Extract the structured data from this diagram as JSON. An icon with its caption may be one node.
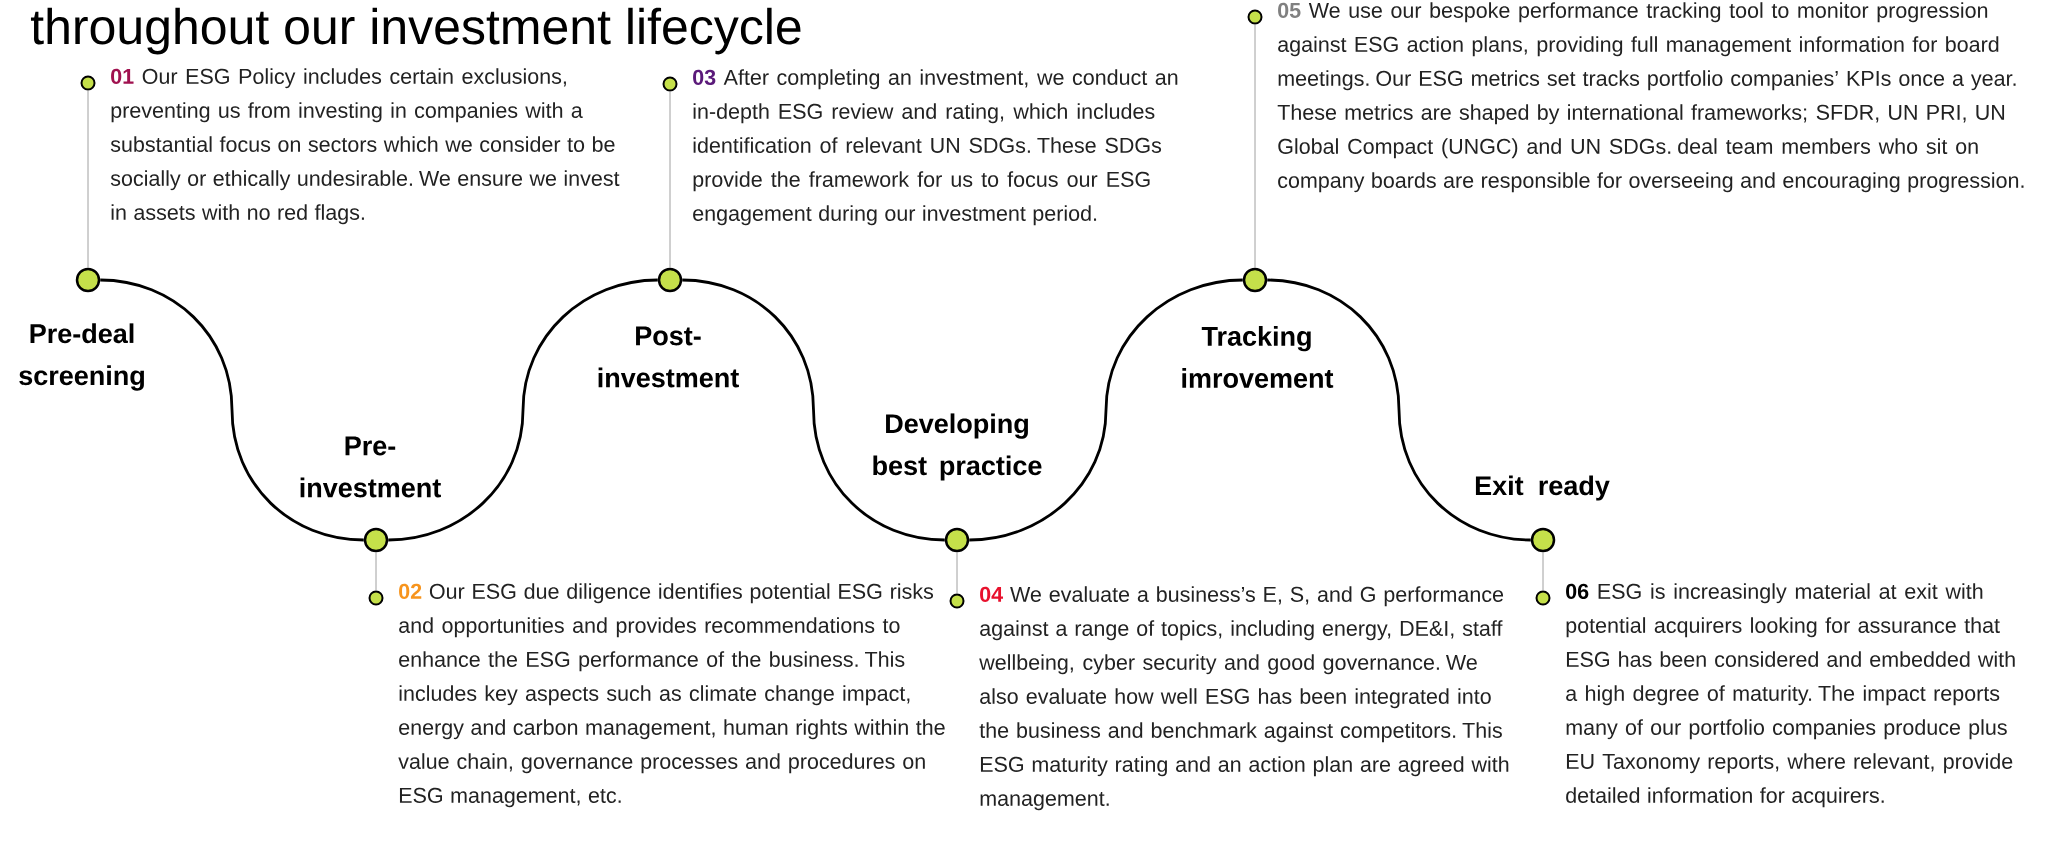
{
  "diagram": {
    "title": "throughout our investment lifecycle",
    "nodes": [
      {
        "text": [],
        "shape": "circle",
        "beside": [
          "Pre-deal screening"
        ]
      },
      {
        "text": [],
        "shape": "circle",
        "beside": [
          "Pre-investment"
        ]
      },
      {
        "text": [],
        "shape": "circle",
        "beside": [
          "Post-investment"
        ]
      },
      {
        "text": [],
        "shape": "circle",
        "beside": [
          "Developing best practice"
        ]
      },
      {
        "text": [],
        "shape": "circle",
        "beside": [
          "Tracking imrovement"
        ]
      },
      {
        "text": [],
        "shape": "circle",
        "beside": [
          "Exit ready"
        ]
      },
      {
        "text": [],
        "shape": "circle",
        "beside": [
          "01",
          "Our ESG Policy includes certain exclusions, preventing us from investing in companies with a substantial focus on sectors which we consider to be socially or ethically undesirable. We ensure we invest in assets with no red flags."
        ]
      },
      {
        "text": [],
        "shape": "circle",
        "beside": [
          "02",
          "Our ESG due diligence identifies potential ESG risks and opportunities and provides recommendations to enhance the ESG performance of the business. This includes key aspects such as climate change impact, energy and carbon management, human rights within the value chain, governance processes and procedures on ESG management, etc."
        ]
      },
      {
        "text": [],
        "shape": "circle",
        "beside": [
          "03",
          "After completing an investment, we conduct an in-depth ESG review and rating, which includes identification of relevant UN SDGs. These SDGs provide the framework for us to focus our ESG engagement during our investment period."
        ]
      },
      {
        "text": [],
        "shape": "circle",
        "beside": [
          "04",
          "We evaluate a business’s E, S, and G performance against a range of topics, including energy, DE&I, staff wellbeing, cyber security and good governance. We also evaluate how well ESG has been integrated into the business and benchmark against competitors. This ESG maturity rating and an action plan are agreed with management."
        ]
      },
      {
        "text": [],
        "shape": "circle",
        "beside": [
          "05",
          "We use our bespoke performance tracking tool to monitor progression against ESG action plans, providing full management information for board meetings. Our ESG metrics set tracks portfolio companies’ KPIs once a year. These metrics are shaped by international frameworks; SFDR, UN PRI, UN Global Compact (UNGC) and UN SDGs. deal team members who sit on company boards are responsible for overseeing and encouraging progression."
        ]
      },
      {
        "text": [],
        "shape": "circle",
        "beside": [
          "06",
          "ESG is increasingly material at exit with potential acquirers looking for assurance that ESG has been considered and embedded with a high degree of maturity. The impact reports many of our portfolio companies produce plus EU Taxonomy reports, where relevant, provide detailed information for acquirers."
        ]
      }
    ],
    "edges": [
      {
        "from": 0,
        "to": 1,
        "arrow": "none",
        "color": "#000000"
      },
      {
        "from": 1,
        "to": 2,
        "arrow": "none",
        "color": "#000000"
      },
      {
        "from": 2,
        "to": 3,
        "arrow": "none",
        "color": "#000000"
      },
      {
        "from": 3,
        "to": 4,
        "arrow": "none",
        "color": "#000000"
      },
      {
        "from": 4,
        "to": 5,
        "arrow": "none",
        "color": "#000000"
      },
      {
        "from": 0,
        "to": 6,
        "arrow": "none"
      },
      {
        "from": 1,
        "to": 7,
        "arrow": "none"
      },
      {
        "from": 2,
        "to": 8,
        "arrow": "none"
      },
      {
        "from": 3,
        "to": 9,
        "arrow": "none"
      },
      {
        "from": 4,
        "to": 10,
        "arrow": "none"
      },
      {
        "from": 5,
        "to": 11,
        "arrow": "none"
      }
    ]
  }
}
